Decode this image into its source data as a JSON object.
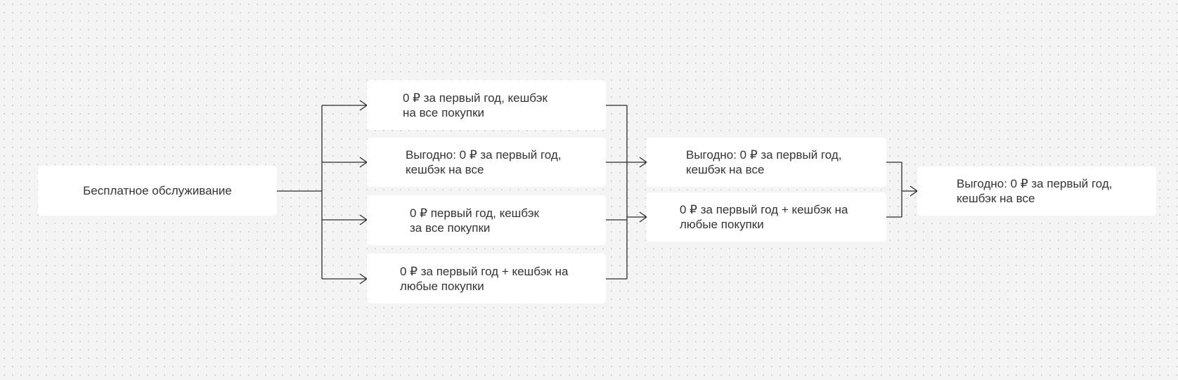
{
  "diagram": {
    "root": {
      "label": "Бесплатное обслуживание"
    },
    "level1": [
      {
        "label": "0 ₽ за первый год, кешбэк\nна все покупки"
      },
      {
        "label": "Выгодно: 0 ₽ за первый год,\nкешбэк на все"
      },
      {
        "label": "0 ₽ первый год, кешбэк\nза все покупки"
      },
      {
        "label": "0 ₽ за первый год + кешбэк на\nлюбые покупки"
      }
    ],
    "level2": [
      {
        "label": "Выгодно: 0 ₽ за первый год,\nкешбэк на все"
      },
      {
        "label": "0 ₽ за первый год + кешбэк на\nлюбые покупки"
      }
    ],
    "level3": [
      {
        "label": "Выгодно: 0 ₽ за первый год,\nкешбэк на все"
      }
    ]
  }
}
